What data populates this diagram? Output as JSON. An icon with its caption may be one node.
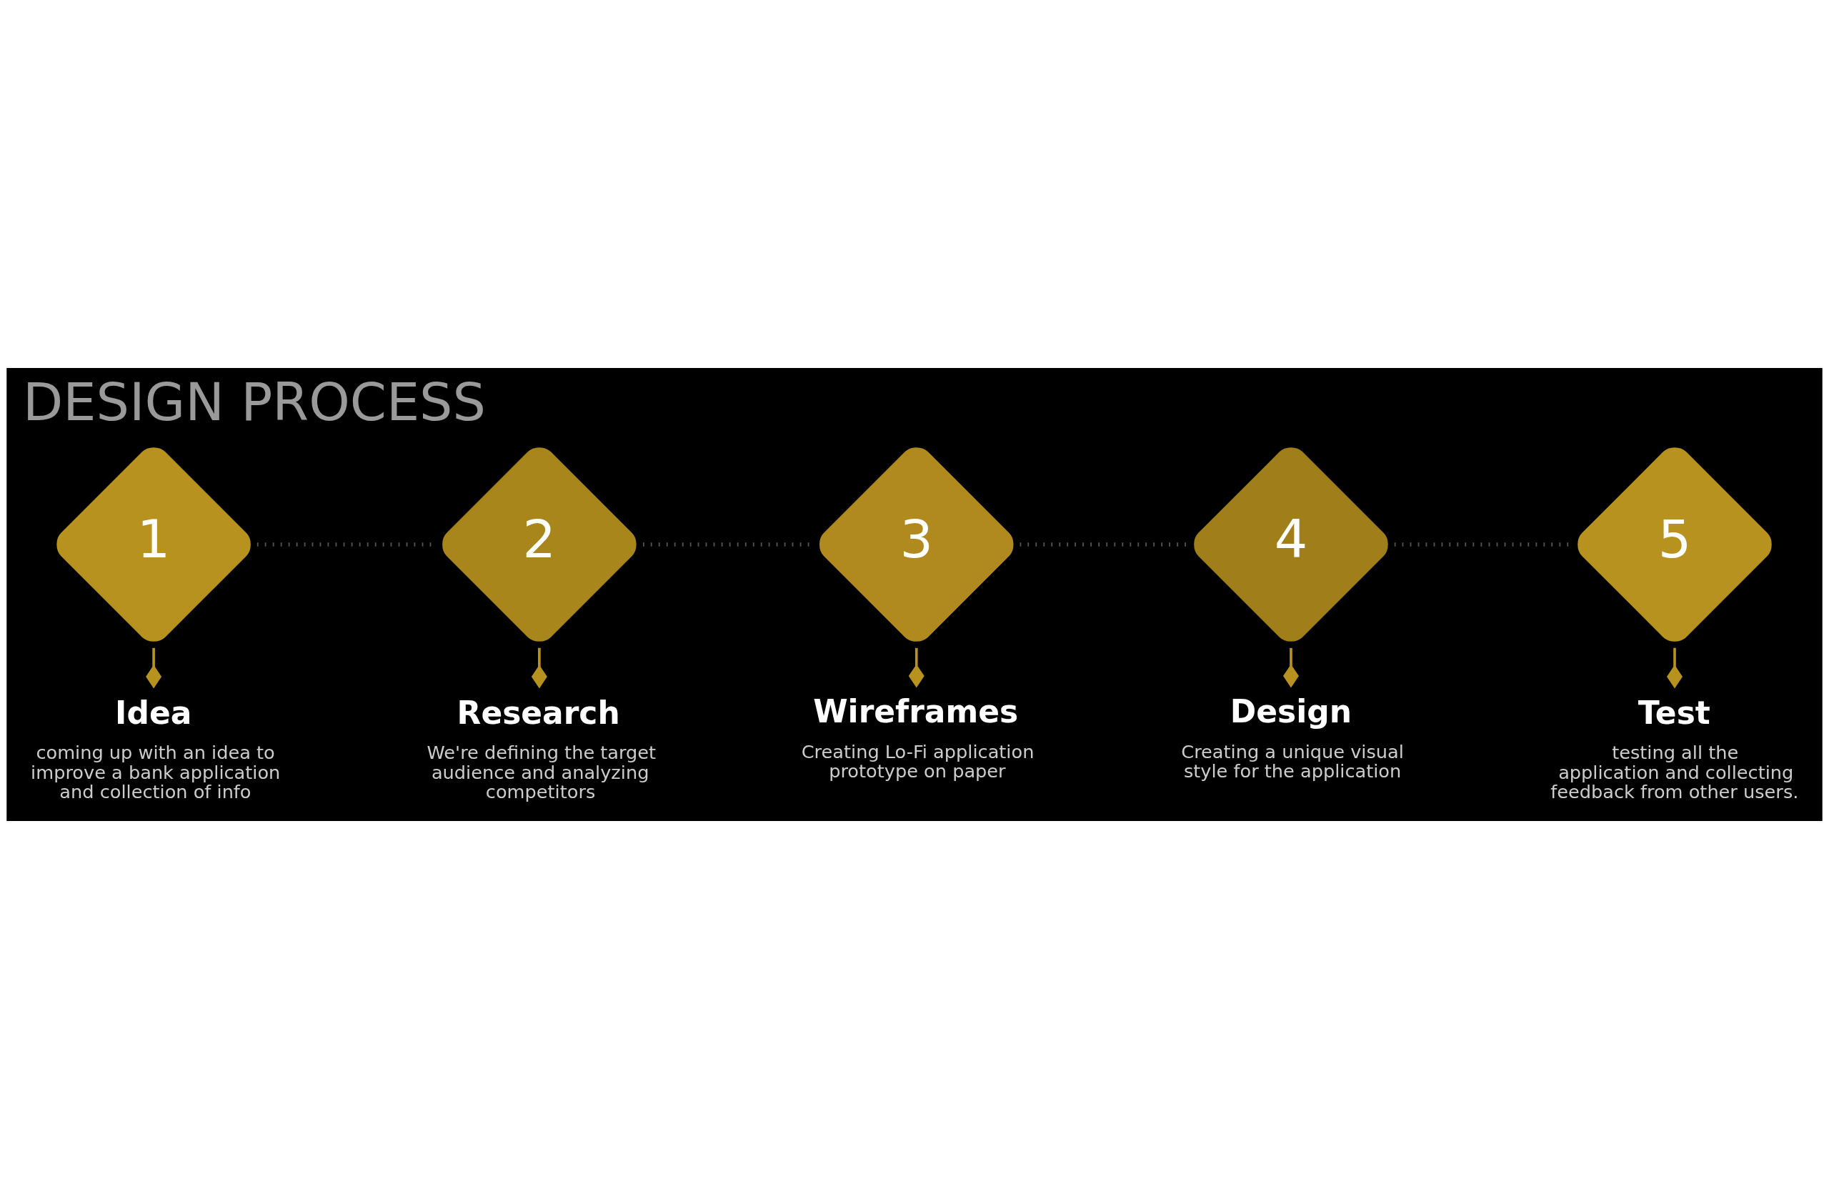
{
  "diagram": {
    "title": "DESIGN PROCESS",
    "nodes": [
      {
        "text": [
          "1"
        ],
        "beside": [
          "Idea",
          "coming up with an idea to improve a bank application and collection of info"
        ]
      },
      {
        "text": [
          "2"
        ],
        "beside": [
          "Research",
          "We're defining the target audience and analyzing competitors"
        ]
      },
      {
        "text": [
          "3"
        ],
        "beside": [
          "Wireframes",
          "Creating Lo-Fi application prototype on paper"
        ]
      },
      {
        "text": [
          "4"
        ],
        "beside": [
          "Design",
          "Creating a unique visual style for the application"
        ]
      },
      {
        "text": [
          "5"
        ],
        "beside": [
          "Test",
          "testing all the application and collecting feedback from other users."
        ]
      }
    ],
    "edges": [
      {
        "from": 0,
        "to": 1,
        "arrow": "none",
        "style": "dashed"
      },
      {
        "from": 1,
        "to": 2,
        "arrow": "none",
        "style": "dashed"
      },
      {
        "from": 2,
        "to": 3,
        "arrow": "none",
        "style": "dashed"
      },
      {
        "from": 3,
        "to": 4,
        "arrow": "none",
        "style": "dashed"
      }
    ]
  }
}
